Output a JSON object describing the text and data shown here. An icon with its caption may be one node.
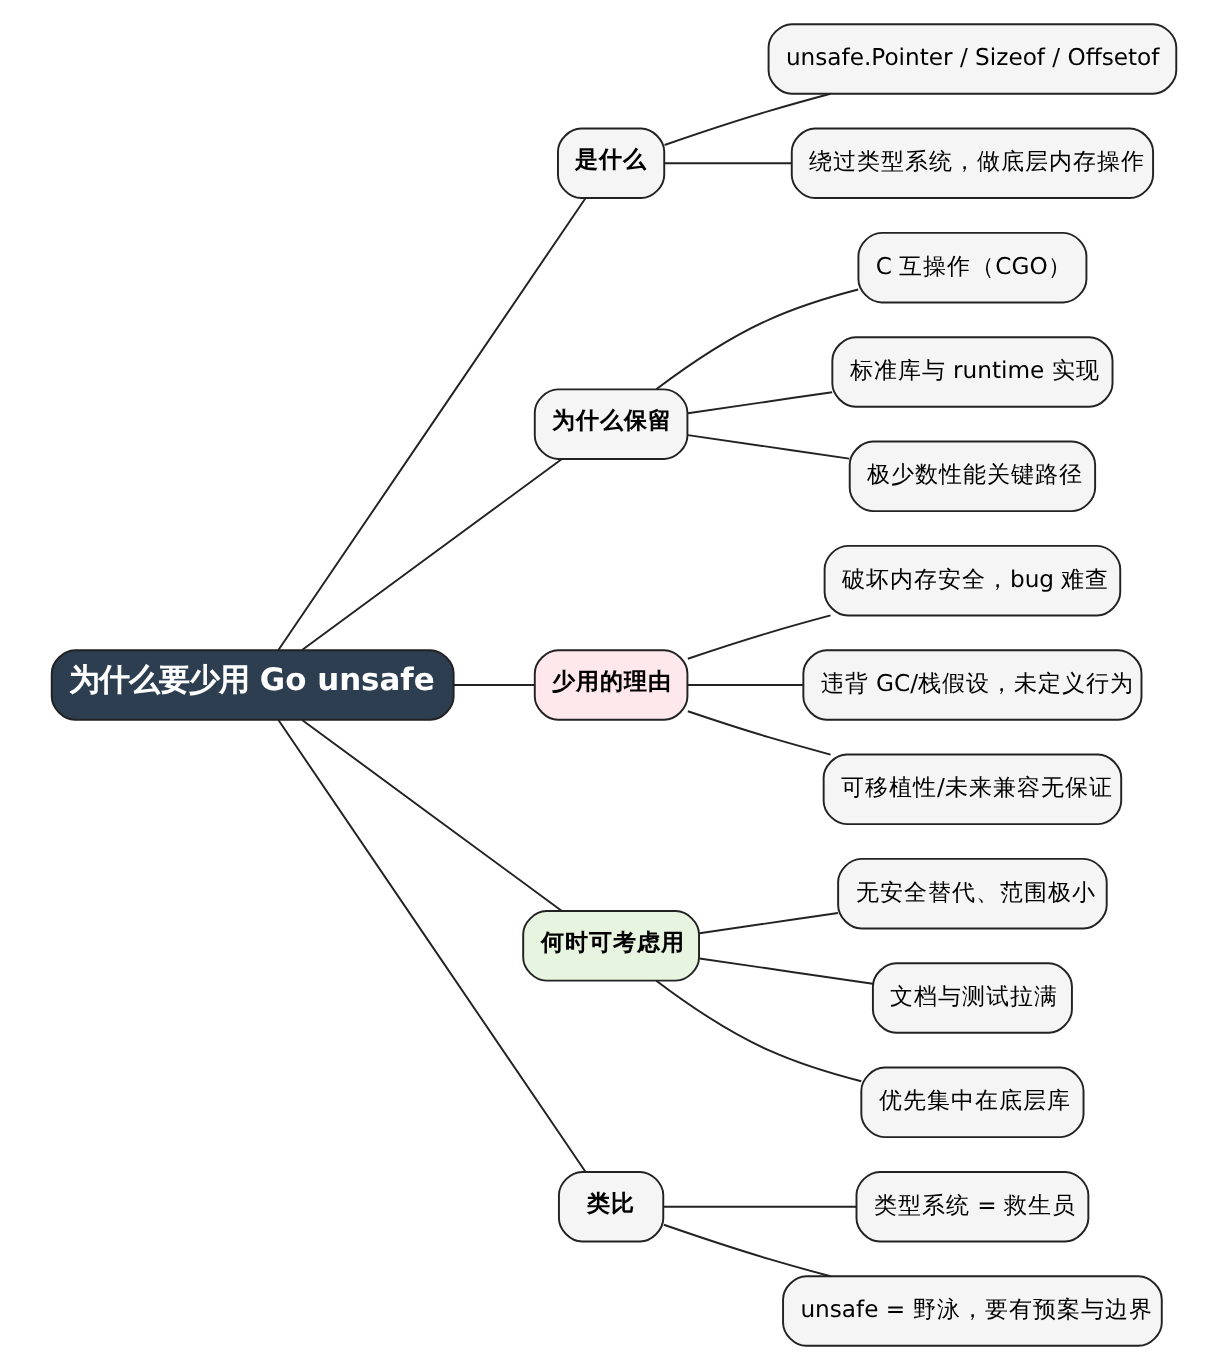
{
  "diagram": {
    "nodes": [
      {
        "text": [
          "为什么要少用 Go unsafe"
        ]
      },
      {
        "text": [
          "是什么"
        ]
      },
      {
        "text": [
          "unsafe.Pointer / Sizeof / Offsetof"
        ]
      },
      {
        "text": [
          "绕过类型系统，做底层内存操作"
        ]
      },
      {
        "text": [
          "为什么保留"
        ]
      },
      {
        "text": [
          "C 互操作（CGO）"
        ]
      },
      {
        "text": [
          "标准库与 runtime 实现"
        ]
      },
      {
        "text": [
          "极少数性能关键路径"
        ]
      },
      {
        "text": [
          "少用的理由"
        ]
      },
      {
        "text": [
          "破坏内存安全，bug 难查"
        ]
      },
      {
        "text": [
          "违背 GC/栈假设，未定义行为"
        ]
      },
      {
        "text": [
          "可移植性/未来兼容无保证"
        ]
      },
      {
        "text": [
          "何时可考虑用"
        ]
      },
      {
        "text": [
          "无安全替代、范围极小"
        ]
      },
      {
        "text": [
          "文档与测试拉满"
        ]
      },
      {
        "text": [
          "优先集中在底层库"
        ]
      },
      {
        "text": [
          "类比"
        ]
      },
      {
        "text": [
          "类型系统 = 救生员"
        ]
      },
      {
        "text": [
          "unsafe = 野泳，要有预案与边界"
        ]
      }
    ],
    "edges": [
      {
        "from": 0,
        "to": 1,
        "arrow": "none"
      },
      {
        "from": 1,
        "to": 2,
        "arrow": "none"
      },
      {
        "from": 1,
        "to": 3,
        "arrow": "none"
      },
      {
        "from": 0,
        "to": 4,
        "arrow": "none"
      },
      {
        "from": 4,
        "to": 5,
        "arrow": "none"
      },
      {
        "from": 4,
        "to": 6,
        "arrow": "none"
      },
      {
        "from": 4,
        "to": 7,
        "arrow": "none"
      },
      {
        "from": 0,
        "to": 8,
        "arrow": "none"
      },
      {
        "from": 8,
        "to": 9,
        "arrow": "none"
      },
      {
        "from": 8,
        "to": 10,
        "arrow": "none"
      },
      {
        "from": 8,
        "to": 11,
        "arrow": "none"
      },
      {
        "from": 0,
        "to": 12,
        "arrow": "none"
      },
      {
        "from": 12,
        "to": 13,
        "arrow": "none"
      },
      {
        "from": 12,
        "to": 14,
        "arrow": "none"
      },
      {
        "from": 12,
        "to": 15,
        "arrow": "none"
      },
      {
        "from": 0,
        "to": 16,
        "arrow": "none"
      },
      {
        "from": 16,
        "to": 17,
        "arrow": "none"
      },
      {
        "from": 16,
        "to": 18,
        "arrow": "none"
      }
    ]
  }
}
